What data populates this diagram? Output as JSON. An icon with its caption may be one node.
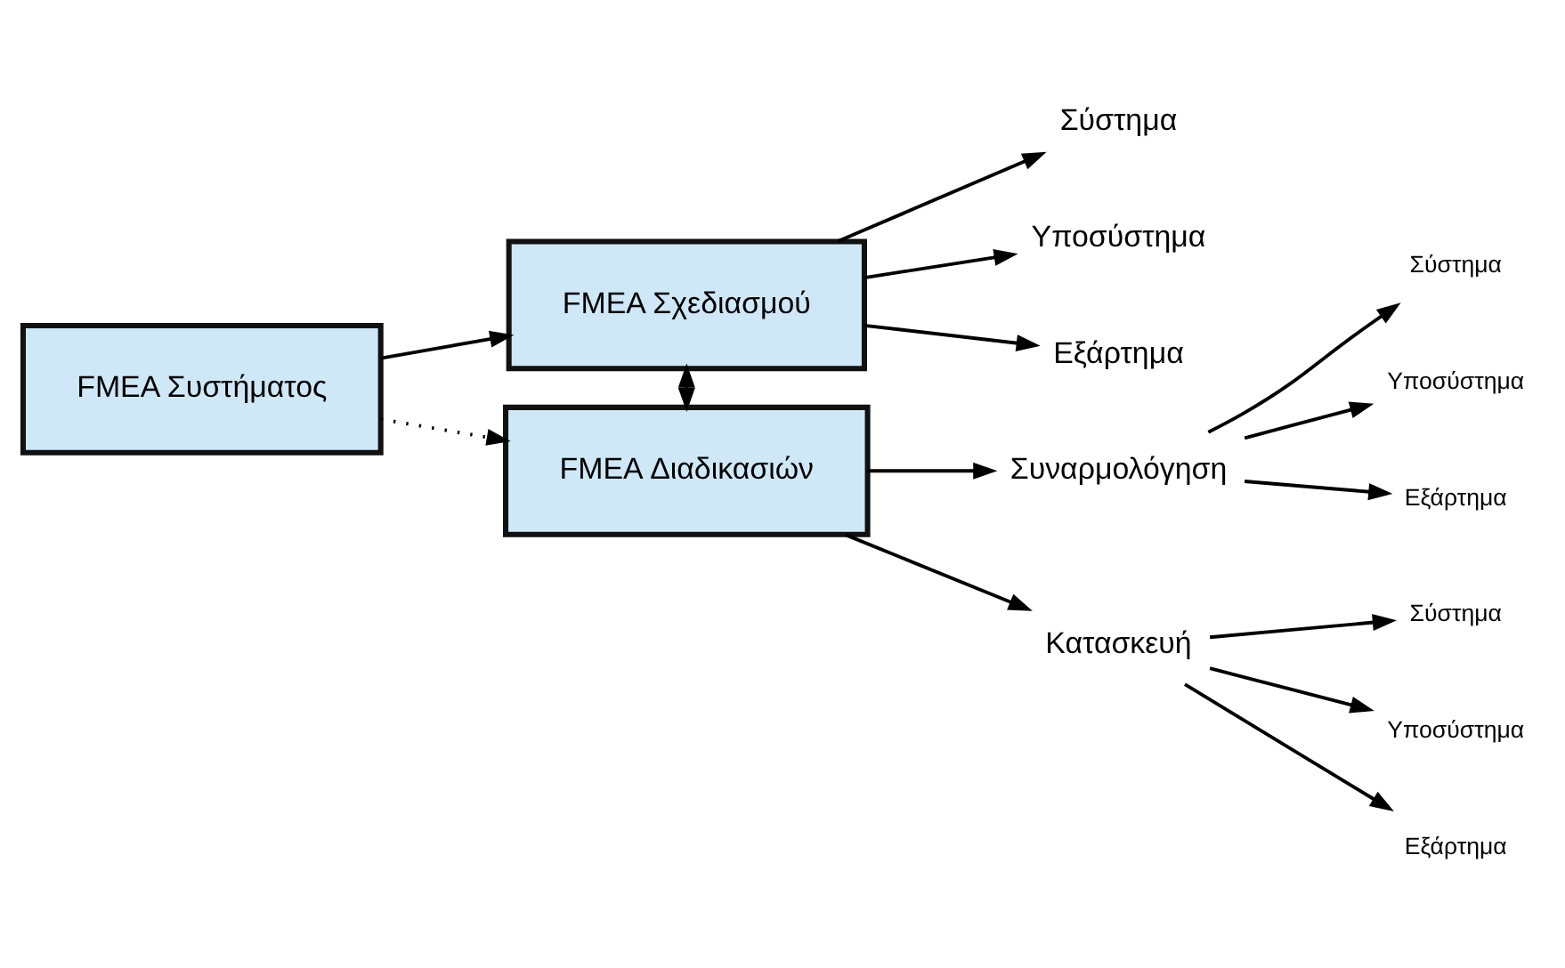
{
  "diagram": {
    "nodes": [
      {
        "text": [
          "FMEA Συστήματος"
        ]
      },
      {
        "text": [
          "FMEA Σχεδιασμού"
        ]
      },
      {
        "text": [
          "Σύστημα"
        ]
      },
      {
        "text": [
          "Υποσύστημα"
        ]
      },
      {
        "text": [
          "Εξάρτημα"
        ]
      },
      {
        "text": [
          "FMEA Διαδικασιών"
        ]
      },
      {
        "text": [
          "Συναρμολόγηση"
        ]
      },
      {
        "text": [
          "Σύστημα"
        ]
      },
      {
        "text": [
          "Υποσύστημα"
        ]
      },
      {
        "text": [
          "Εξάρτημα"
        ]
      },
      {
        "text": [
          "Κατασκευή"
        ]
      },
      {
        "text": [
          "Σύστημα"
        ]
      },
      {
        "text": [
          "Υποσύστημα"
        ]
      },
      {
        "text": [
          "Εξάρτημα"
        ]
      }
    ],
    "edges": [
      {
        "from": 0,
        "to": 1,
        "arrow": "to"
      },
      {
        "from": 0,
        "to": 5,
        "arrow": "to",
        "style": "dashed"
      },
      {
        "from": 1,
        "to": 5,
        "arrow": "both"
      },
      {
        "from": 1,
        "to": 2,
        "arrow": "to"
      },
      {
        "from": 1,
        "to": 3,
        "arrow": "to"
      },
      {
        "from": 1,
        "to": 4,
        "arrow": "to"
      },
      {
        "from": 5,
        "to": 6,
        "arrow": "to"
      },
      {
        "from": 5,
        "to": 10,
        "arrow": "to"
      },
      {
        "from": 6,
        "to": 7,
        "arrow": "to"
      },
      {
        "from": 6,
        "to": 8,
        "arrow": "to"
      },
      {
        "from": 6,
        "to": 9,
        "arrow": "to"
      },
      {
        "from": 10,
        "to": 11,
        "arrow": "to"
      },
      {
        "from": 10,
        "to": 12,
        "arrow": "to"
      },
      {
        "from": 10,
        "to": 13,
        "arrow": "to"
      }
    ]
  }
}
